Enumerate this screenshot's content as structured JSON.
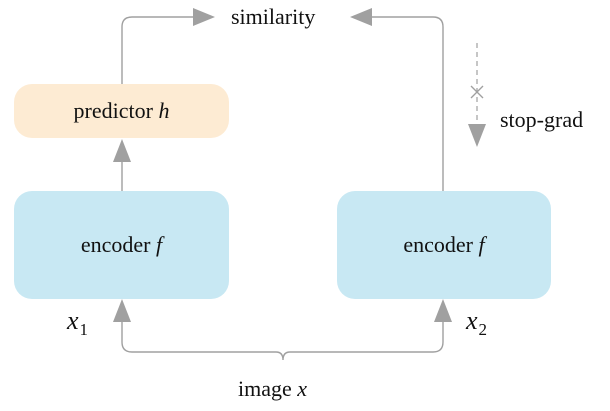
{
  "diagram": {
    "title_node": {
      "label": "similarity"
    },
    "predictor": {
      "label": "predictor",
      "symbol": "h",
      "color": "#FDEBD3"
    },
    "encoder_left": {
      "label": "encoder",
      "symbol": "f",
      "color": "#C8E8F3"
    },
    "encoder_right": {
      "label": "encoder",
      "symbol": "f",
      "color": "#C8E8F3"
    },
    "input_left": {
      "symbol": "x",
      "subscript": "1"
    },
    "input_right": {
      "symbol": "x",
      "subscript": "2"
    },
    "image": {
      "label": "image",
      "symbol": "x"
    },
    "stop_grad": {
      "label": "stop-grad"
    },
    "edge_color": "#A0A0A0",
    "edges": [
      {
        "from": "image",
        "to": "encoder_left",
        "label": "x1"
      },
      {
        "from": "image",
        "to": "encoder_right",
        "label": "x2"
      },
      {
        "from": "encoder_left",
        "to": "predictor"
      },
      {
        "from": "predictor",
        "to": "similarity"
      },
      {
        "from": "encoder_right",
        "to": "similarity",
        "note": "stop-grad"
      }
    ]
  }
}
